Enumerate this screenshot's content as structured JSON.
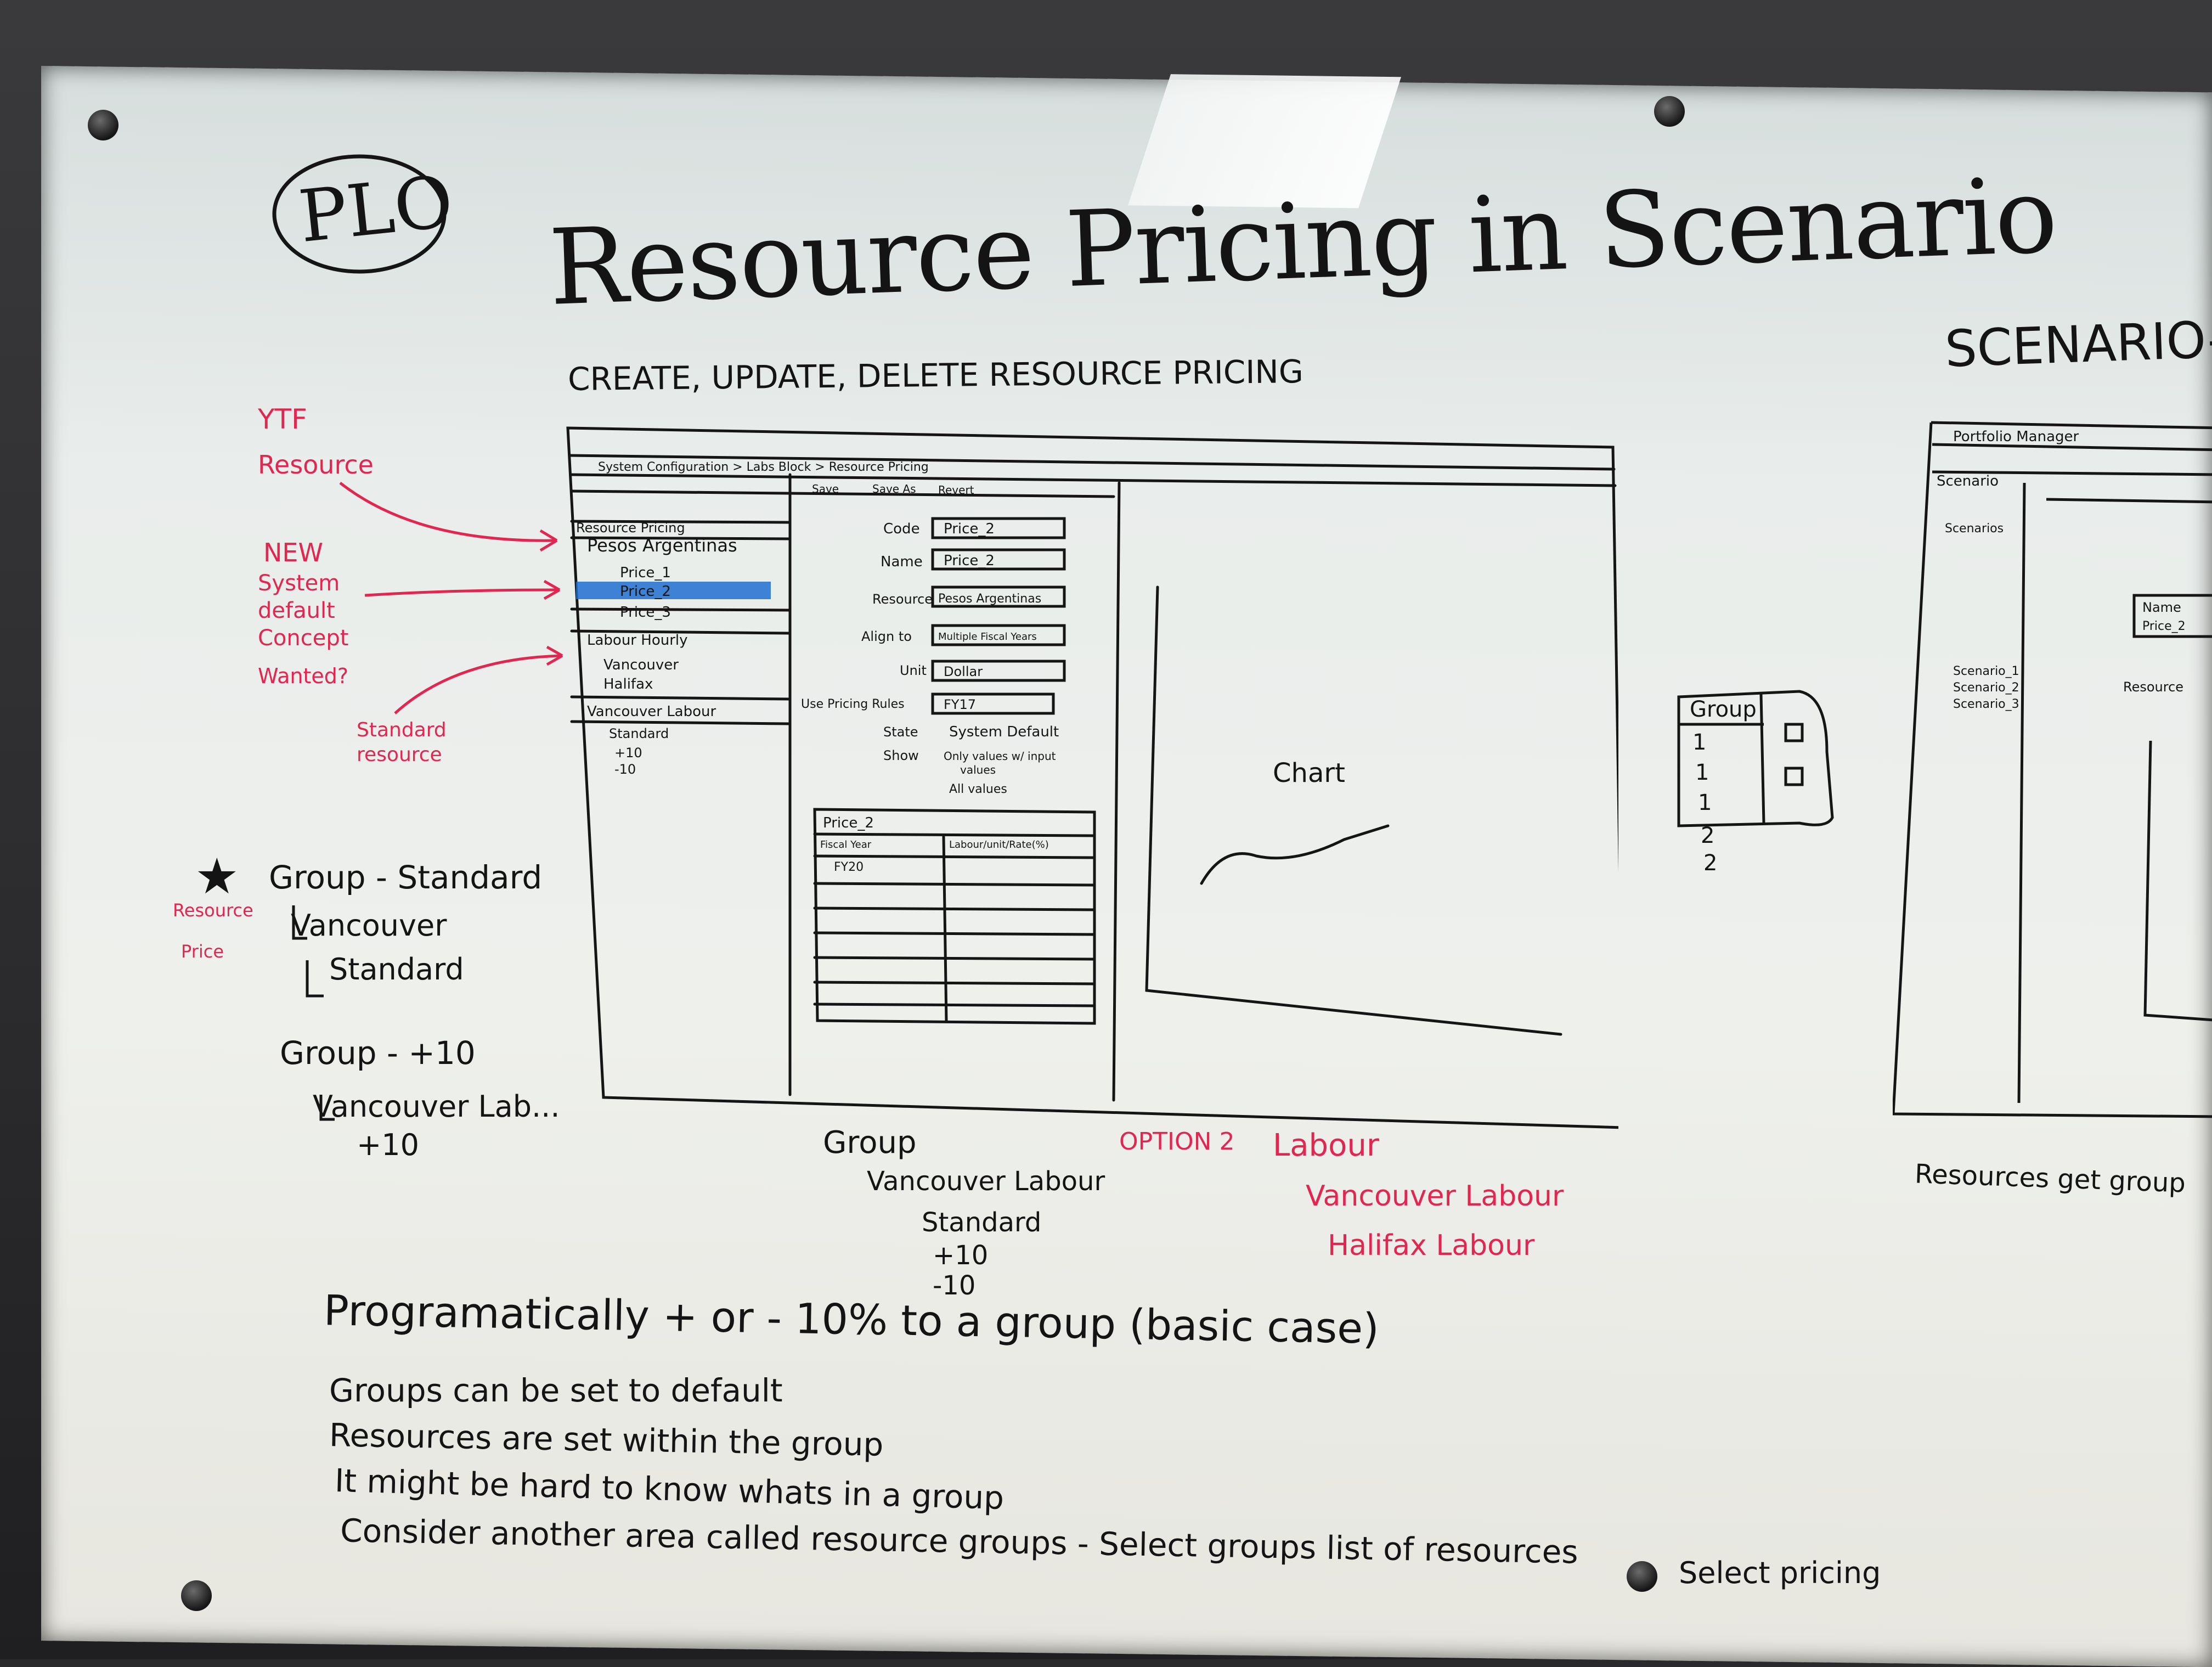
{
  "board": {
    "logo_text": "PLO",
    "title": "Resource Pricing in Scenario",
    "subtitle": "CREATE, UPDATE, DELETE RESOURCE PRICING",
    "right_heading": "SCENARIO-LEVE"
  },
  "side_notes_red": {
    "ytf_1": "YTF",
    "ytf_2": "Resource",
    "new_1": "NEW",
    "new_2": "System",
    "new_3": "default",
    "new_4": "Concept",
    "new_5": "Wanted?",
    "standard_1": "Standard",
    "standard_2": "resource",
    "star_label_1": "Resource",
    "star_label_2": "Price"
  },
  "mockup": {
    "breadcrumb": "System Configuration > Labs Block > Resource Pricing",
    "left_panel_header": "Resource Pricing",
    "groups": [
      {
        "name": "Pesos Argentinas",
        "items": [
          "Price_1",
          "Price_2",
          "Price_3"
        ]
      },
      {
        "name": "Labour Hourly",
        "items": [
          "Vancouver",
          "Halifax"
        ]
      },
      {
        "name": "Vancouver Labour",
        "items": [
          "Standard",
          "+10",
          "-10"
        ]
      }
    ],
    "toolbar": [
      "Save",
      "Save As",
      "Revert"
    ],
    "form_labels": [
      "Code",
      "Name",
      "Resource",
      "Align to",
      "Unit",
      "Use Pricing Rules",
      "State",
      "Show"
    ],
    "form_values": [
      "Price_2",
      "Price_2",
      "Pesos Argentinas",
      "Multiple Fiscal Years",
      "Dollar",
      "FY17"
    ],
    "state_value": "System Default",
    "show_option_1": "Only values w/ input",
    "show_option_1b": "values",
    "show_option_2": "All values",
    "grid_title": "Price_2",
    "grid_col_1": "Fiscal Year",
    "grid_col_2": "Labour/unit/Rate(%)",
    "grid_row_1": "FY20",
    "chart_label": "Chart"
  },
  "left_notes": {
    "g1": "Group - Standard",
    "g1a": "Vancouver",
    "g1b": "Standard",
    "g2": "Group - +10",
    "g2a": "Vancouver Lab...",
    "g2b": "+10"
  },
  "bottom_tree": {
    "root": "Group",
    "child": "Vancouver Labour",
    "leaves": [
      "Standard",
      "+10",
      "-10"
    ]
  },
  "option2": {
    "label": "OPTION 2",
    "root": "Labour",
    "children": [
      "Vancouver Labour",
      "Halifax Labour"
    ]
  },
  "small_table": {
    "header": "Group",
    "numbers": [
      "1",
      "1",
      "1",
      "2",
      "2"
    ]
  },
  "bullets": [
    "Programatically + or - 10% to a group (basic case)",
    "Groups can be set to default",
    "Resources are set within the group",
    "It might be hard to know whats in a group",
    "Consider another area called resource groups - Select groups list of resources"
  ],
  "select_pricing": "Select pricing",
  "right_mockup": {
    "title": "Portfolio Manager",
    "section": "Scenario",
    "items": [
      "Scenarios",
      "Scenario_1",
      "Scenario_2",
      "Scenario_3"
    ],
    "field_1": "Name",
    "field_2": "Price_2",
    "field_3": "Resource",
    "note": "Resources get group"
  },
  "colors": {
    "ink": "#141414",
    "red_marker": "#e2264f",
    "blue_marker": "#1f6fd1"
  }
}
